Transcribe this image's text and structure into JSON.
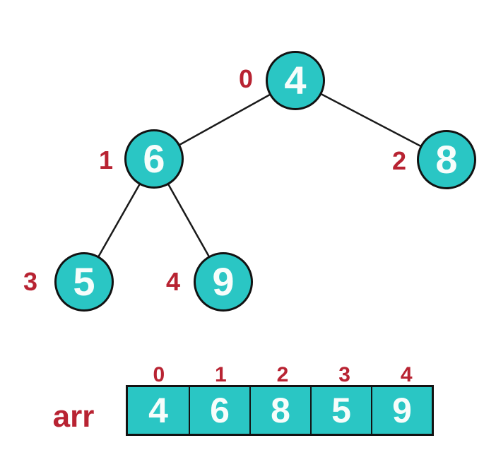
{
  "colors": {
    "node_fill": "#2ac6c4",
    "node_border": "#121212",
    "node_text": "#f7fdfb",
    "index_color": "#b82332",
    "edge_color": "#1a1a1a",
    "bg_color": "#ffffff"
  },
  "tree": {
    "nodes": [
      {
        "value": "4",
        "index": "0"
      },
      {
        "value": "6",
        "index": "1"
      },
      {
        "value": "8",
        "index": "2"
      },
      {
        "value": "5",
        "index": "3"
      },
      {
        "value": "9",
        "index": "4"
      }
    ]
  },
  "array": {
    "label": "arr",
    "indices": [
      "0",
      "1",
      "2",
      "3",
      "4"
    ],
    "values": [
      "4",
      "6",
      "8",
      "5",
      "9"
    ]
  }
}
